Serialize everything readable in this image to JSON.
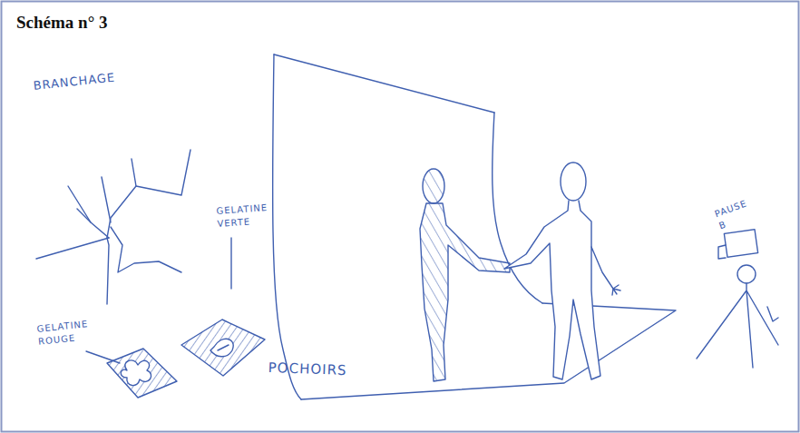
{
  "diagram": {
    "title": "Schéma n° 3",
    "labels": [
      "BRANCHAGE",
      "GELATINE VERTE",
      "GELATINE ROUGE",
      "POCHOIRS",
      "PAUSE B"
    ]
  }
}
